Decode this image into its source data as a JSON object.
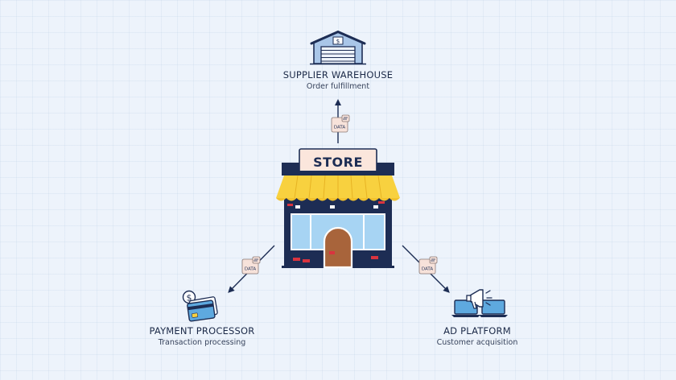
{
  "store": {
    "sign": "STORE"
  },
  "nodes": {
    "supplier": {
      "title": "SUPPLIER WAREHOUSE",
      "subtitle": "Order fulfillment"
    },
    "payment": {
      "title": "PAYMENT PROCESSOR",
      "subtitle": "Transaction processing"
    },
    "ad": {
      "title": "AD PLATFORM",
      "subtitle": "Customer acquisition"
    }
  },
  "packet_label": "DATA",
  "icons": [
    "warehouse-icon",
    "store-icon",
    "credit-card-icon",
    "dollar-coin-icon",
    "laptop-icon",
    "megaphone-icon",
    "data-packet-icon"
  ],
  "colors": {
    "navy": "#1d2d54",
    "awning_yellow": "#f8d13f",
    "window_blue": "#a7d4f3",
    "door_brown": "#a8643b",
    "brick_red": "#d9343f",
    "sign_bg": "#fbe6dc",
    "packet_bg": "#f7e2da"
  }
}
